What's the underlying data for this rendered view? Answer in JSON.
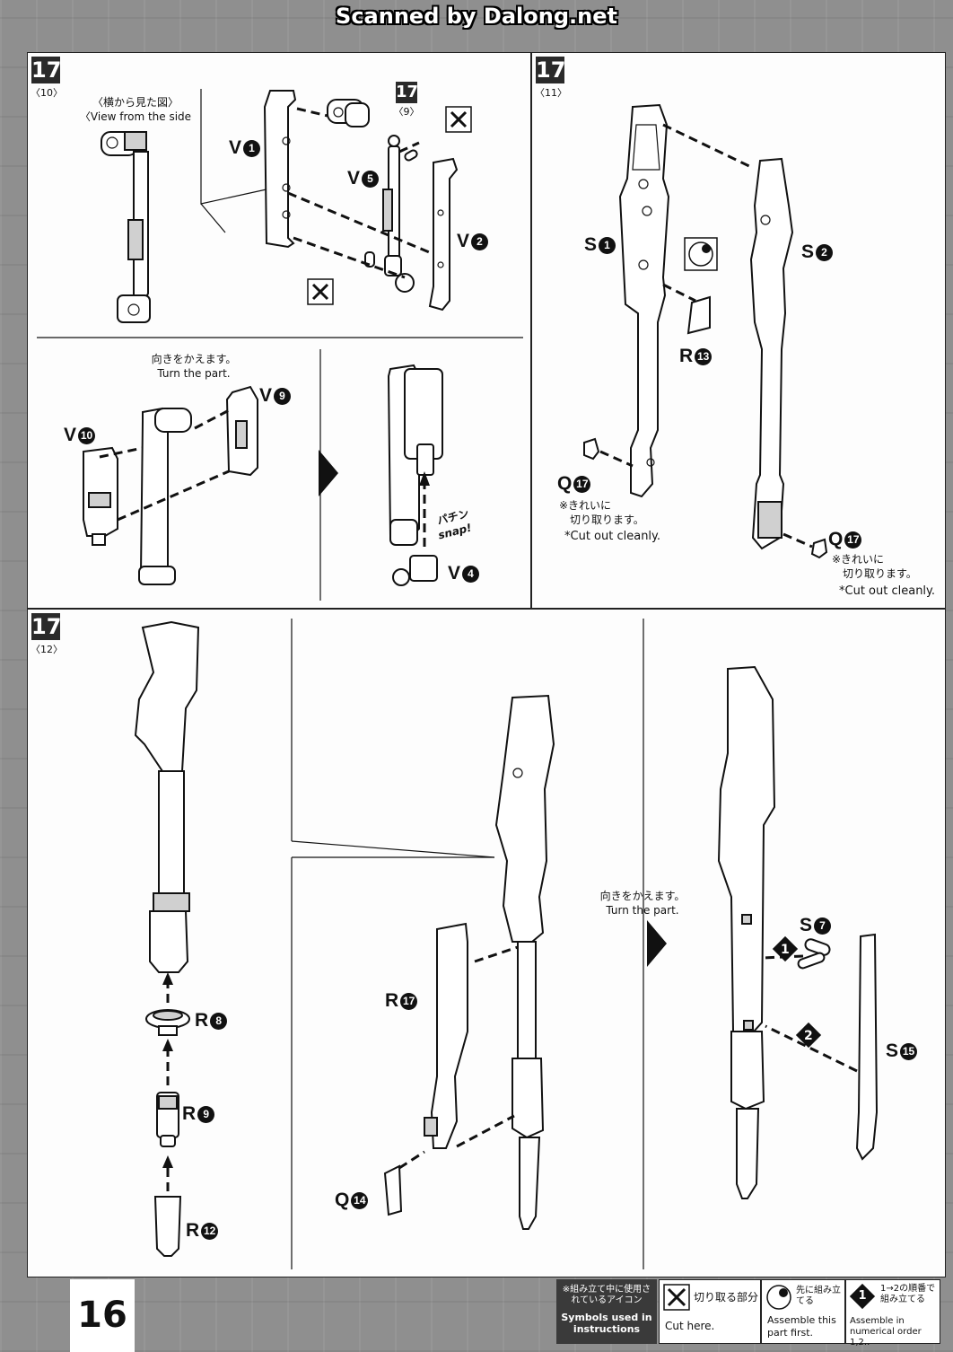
{
  "header": {
    "scanner_credit": "Scanned by Dalong.net"
  },
  "panel10": {
    "step": "17",
    "substep": "〈10〉",
    "side_view_jp": "〈横から見た図〉",
    "side_view_en": "〈View from the side",
    "mini_step": "17",
    "mini_sub": "〈9〉",
    "labels": {
      "v1": "V",
      "v1n": "1",
      "v5": "V",
      "v5n": "5",
      "v2": "V",
      "v2n": "2",
      "v10": "V",
      "v10n": "10",
      "v9": "V",
      "v9n": "9",
      "v4": "V",
      "v4n": "4"
    },
    "turn_jp": "向きをかえます。",
    "turn_en": "Turn the part.",
    "snap_jp": "パチン",
    "snap_en": "snap!"
  },
  "panel11": {
    "step": "17",
    "substep": "〈11〉",
    "labels": {
      "s1": "S",
      "s1n": "1",
      "s2": "S",
      "s2n": "2",
      "r13": "R",
      "r13n": "13",
      "q17a": "Q",
      "q17an": "17",
      "q17b": "Q",
      "q17bn": "17"
    },
    "cut_note_jp1": "※きれいに",
    "cut_note_jp2": "切り取ります。",
    "cut_note_en": "*Cut out cleanly."
  },
  "panel12": {
    "step": "17",
    "substep": "〈12〉",
    "labels": {
      "r8": "R",
      "r8n": "8",
      "r9": "R",
      "r9n": "9",
      "r12": "R",
      "r12n": "12",
      "r17": "R",
      "r17n": "17",
      "q14": "Q",
      "q14n": "14",
      "s7": "S",
      "s7n": "7",
      "s15": "S",
      "s15n": "15"
    },
    "order1": "1",
    "order2": "2",
    "turn_jp": "向きをかえます。",
    "turn_en": "Turn the part."
  },
  "footer": {
    "page_number": "16",
    "legend_title_jp": "※組み立て中に使用されているアイコン",
    "legend_title_en": "Symbols used in instructions",
    "cut_jp": "切り取る部分",
    "cut_en": "Cut here.",
    "first_jp": "先に組み立てる",
    "first_en": "Assemble this part first.",
    "order_jp": "1→2の順番で組み立てる",
    "order_en": "Assemble in numerical order 1,2..",
    "order_icon": "1"
  },
  "icons": [
    "nipper-icon",
    "snap-arrow-icon",
    "turn-arrow-icon",
    "assemble-first-icon",
    "order-number-icon"
  ]
}
